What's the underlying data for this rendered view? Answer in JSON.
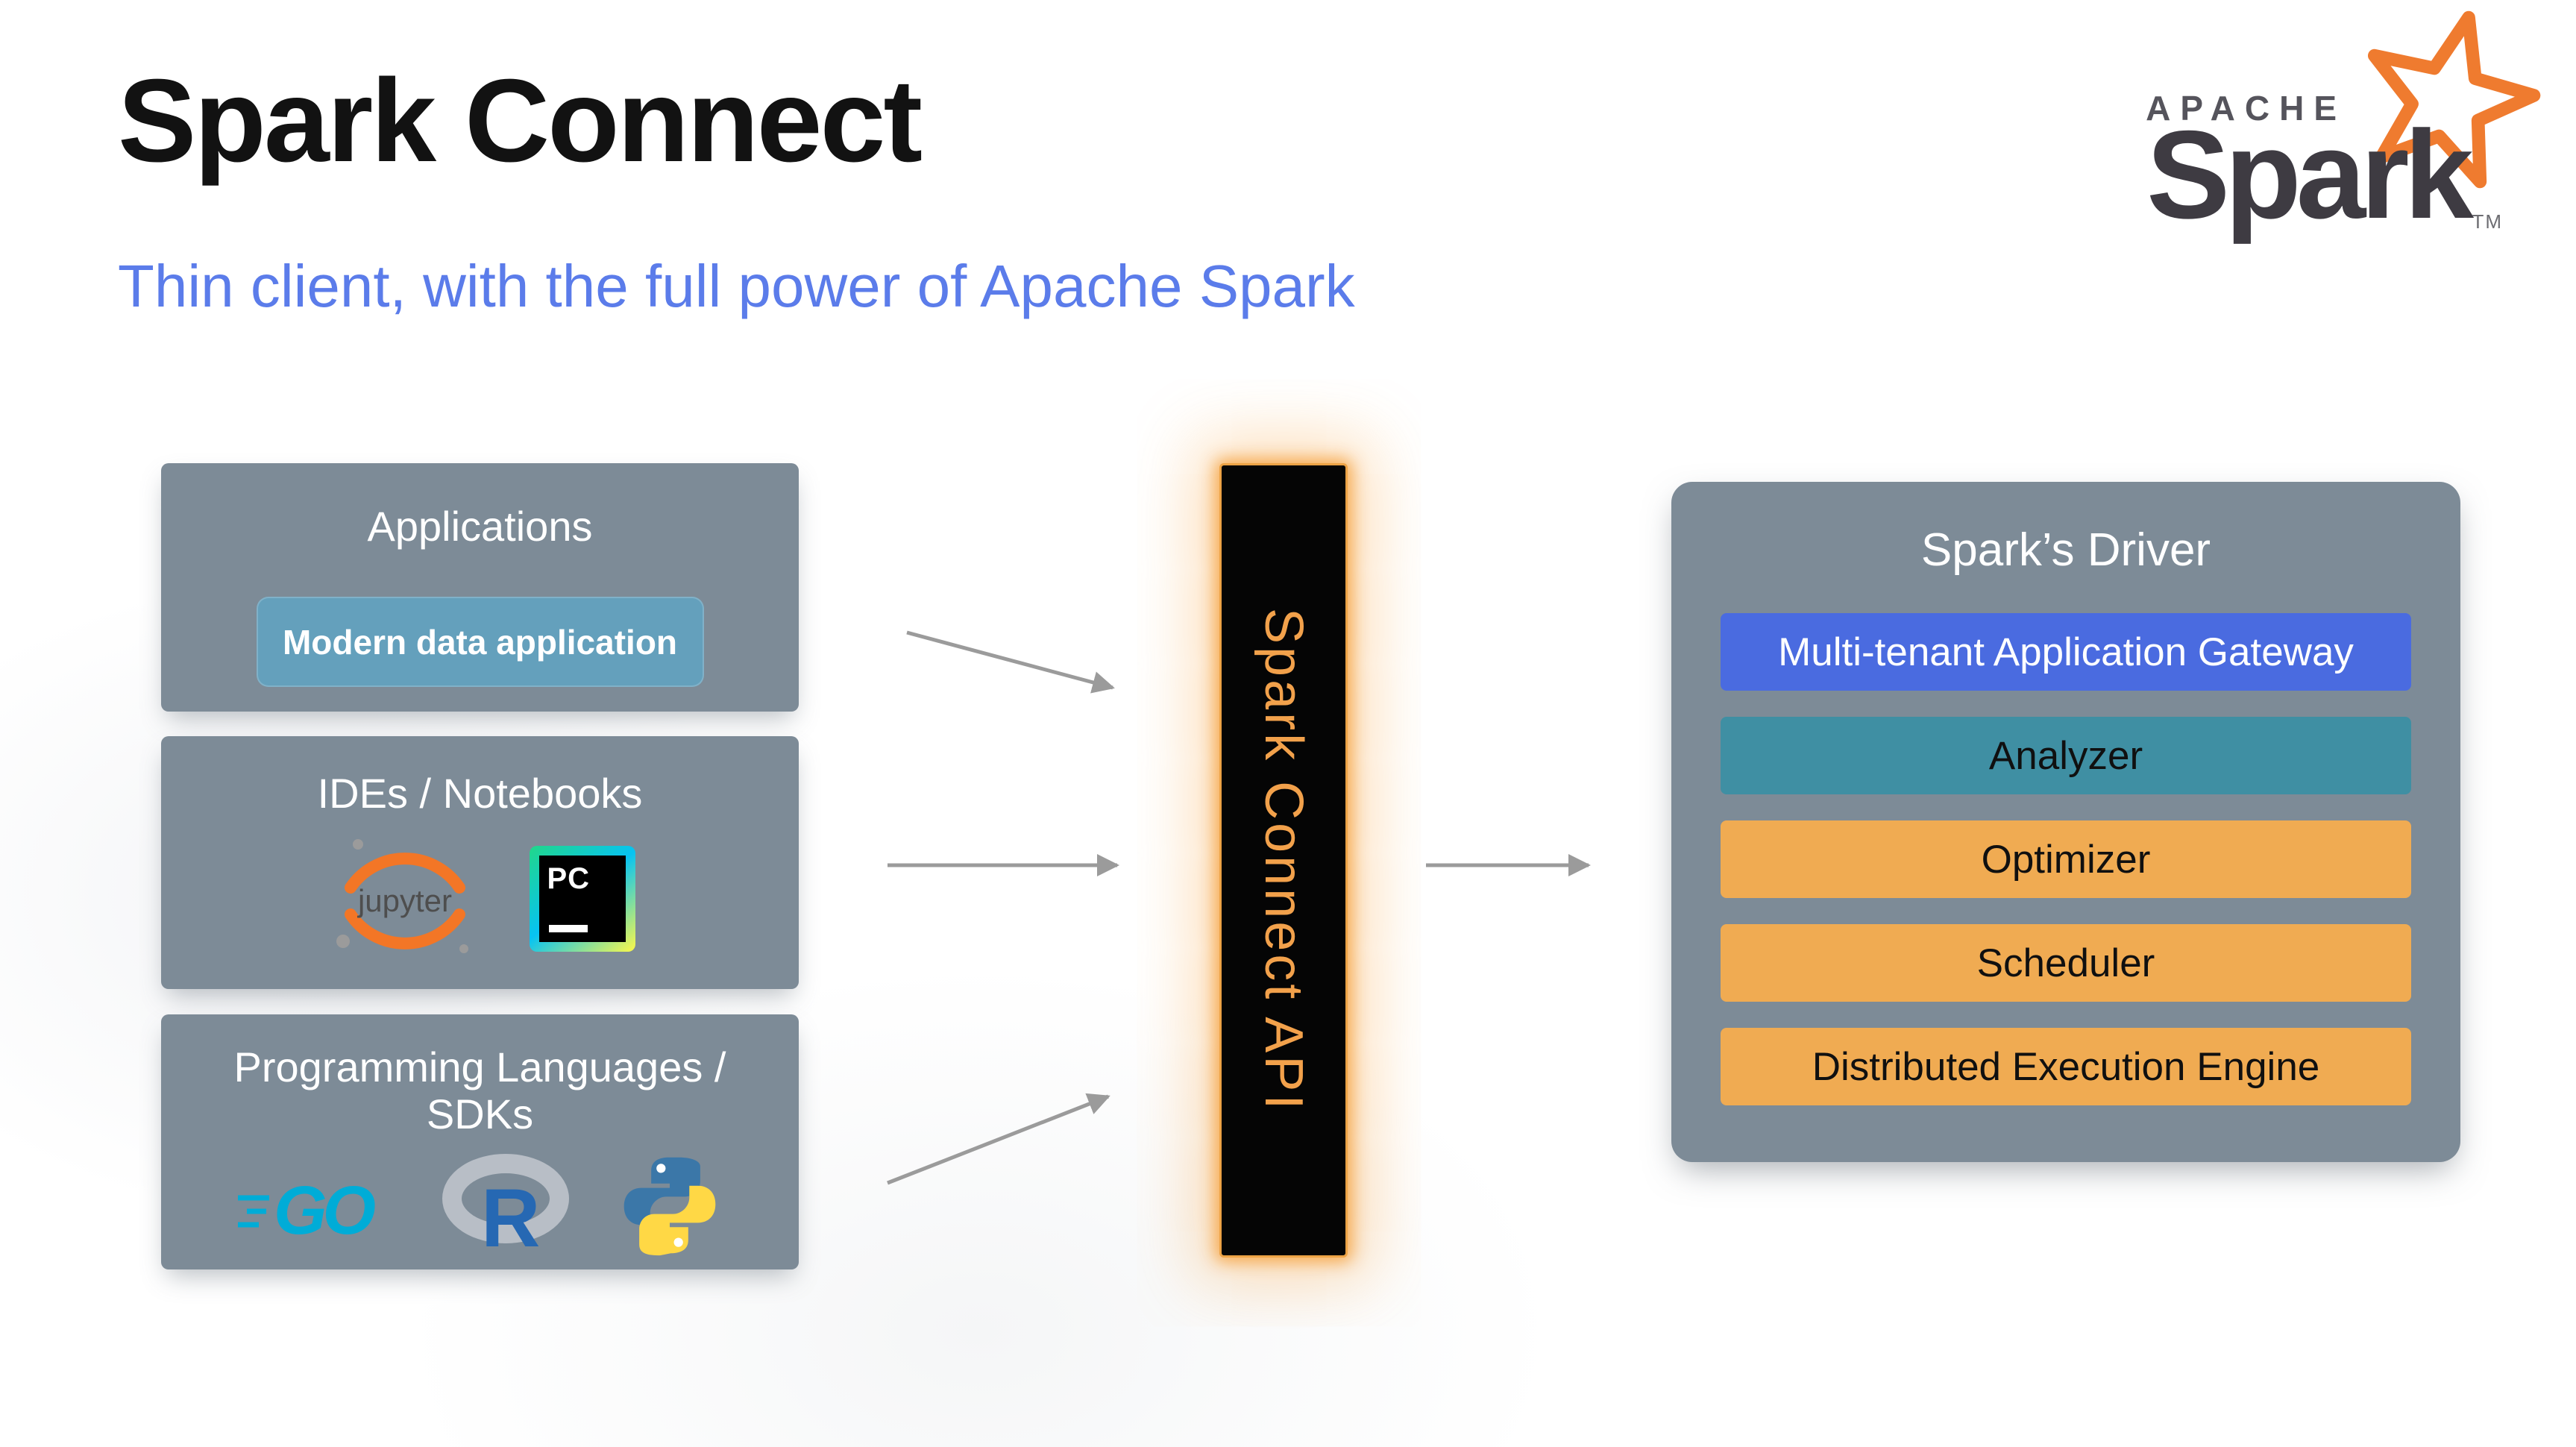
{
  "header": {
    "title": "Spark Connect",
    "subtitle": "Thin client, with the full power of Apache Spark"
  },
  "spark_logo": {
    "apache": "APACHE",
    "wordmark": "Spark",
    "tm": "TM",
    "star_icon": "spark-star-icon",
    "star_color": "#ef7b2f"
  },
  "sources": [
    {
      "title": "Applications",
      "pill": "Modern data application"
    },
    {
      "title": "IDEs / Notebooks",
      "icons": [
        "jupyter-icon",
        "pycharm-icon"
      ],
      "jupyter_label": "jupyter",
      "pycharm_label": "PC"
    },
    {
      "title": "Programming Languages / SDKs",
      "icons": [
        "go-icon",
        "r-icon",
        "python-icon"
      ],
      "go_label": "GO",
      "r_label": "R"
    }
  ],
  "connector": {
    "label": "Spark Connect API",
    "bar_color": "#050505",
    "glow_color": "#f6a03a",
    "text_color": "#f2a14b"
  },
  "driver": {
    "title": "Spark’s Driver",
    "layers": [
      {
        "label": "Multi-tenant Application Gateway",
        "bg": "#4a6be0",
        "fg": "#ffffff"
      },
      {
        "label": "Analyzer",
        "bg": "#3f8fa3",
        "fg": "#101010"
      },
      {
        "label": "Optimizer",
        "bg": "#f0ab52",
        "fg": "#101010"
      },
      {
        "label": "Scheduler",
        "bg": "#f0ab52",
        "fg": "#101010"
      },
      {
        "label": "Distributed Execution Engine",
        "bg": "#f0ab52",
        "fg": "#101010"
      }
    ]
  },
  "colors": {
    "panel": "#7d8b97",
    "pill": "#64a0bc",
    "subtitle": "#5b7cea",
    "arrow": "#9b9b9b",
    "jupyter_orange": "#f37626",
    "go_cyan": "#00acd7",
    "r_blue": "#2668b3",
    "python_blue": "#3b77a8",
    "python_yellow": "#ffd845"
  }
}
